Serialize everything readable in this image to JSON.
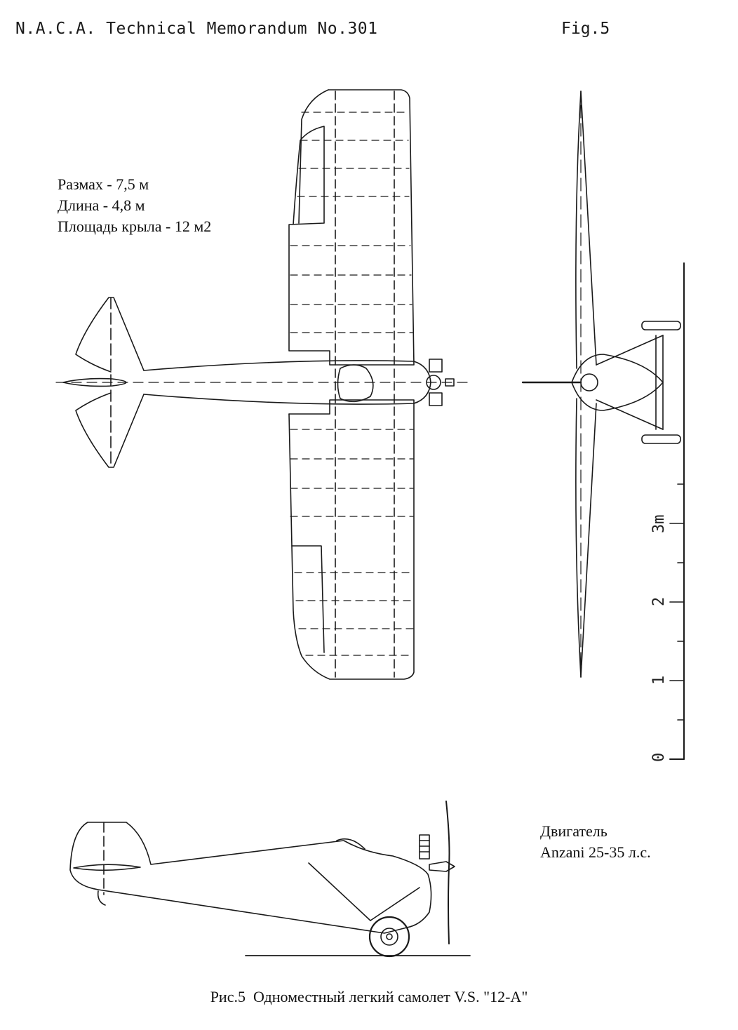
{
  "header": {
    "memo": "N.A.C.A. Technical Memorandum No.301",
    "figure": "Fig.5"
  },
  "specs": [
    "Размах - 7,5 м",
    "Длина - 4,8 м",
    "Площадь крыла - 12 м2"
  ],
  "engine": {
    "line1": "Двигатель",
    "line2": "Anzani 25-35 л.с."
  },
  "scale": {
    "ticks": [
      "0",
      "1",
      "2",
      "3m"
    ]
  },
  "caption": "Рис.5  Одноместный легкий самолет V.S. \"12-A\""
}
